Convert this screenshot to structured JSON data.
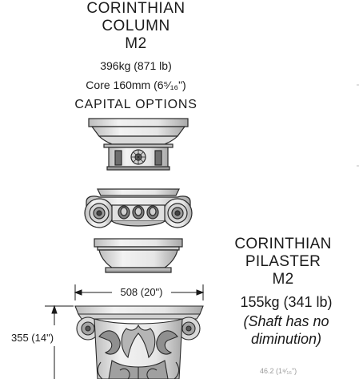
{
  "column": {
    "title_line1": "CORINTHIAN",
    "title_line2": "COLUMN",
    "title_line3": "M2",
    "weight": "396kg (871 lb)",
    "core": "Core 160mm (6⁵⁄₁₆\")"
  },
  "capital_options_label": "CAPITAL OPTIONS",
  "pilaster": {
    "title_line1": "CORINTHIAN",
    "title_line2": "PILASTER",
    "title_line3": "M2",
    "weight": "155kg (341 lb)",
    "note": "(Shaft has no diminution)"
  },
  "dimensions": {
    "width": "508 (20\")",
    "height": "355 (14\")",
    "partial": "46.2 (1⁸⁄₁₆\")"
  },
  "icons": [
    "capital-doric-icon",
    "capital-ionic-icon",
    "capital-tuscan-icon",
    "capital-corinthian-icon"
  ]
}
